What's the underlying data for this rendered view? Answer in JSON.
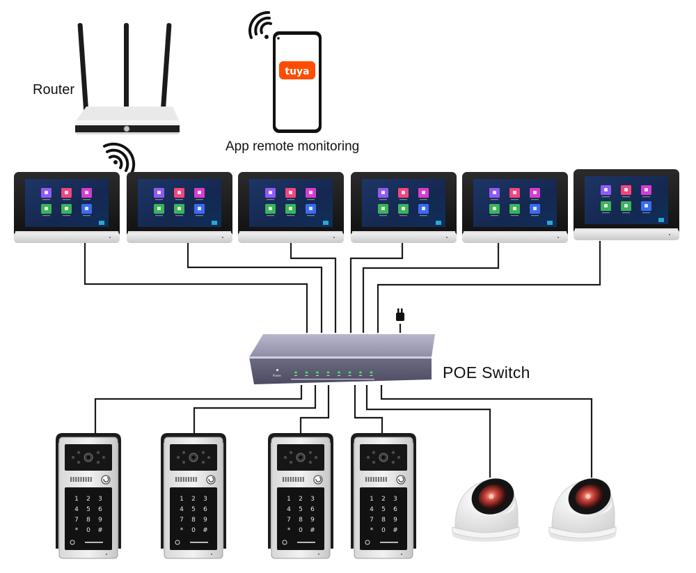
{
  "labels": {
    "router": "Router",
    "app": "App remote monitoring",
    "poe": "POE Switch"
  },
  "app_logo": "tuya",
  "devices": {
    "monitors": 6,
    "door_stations": 4,
    "cameras": 2
  },
  "icons": {
    "router": "router-icon",
    "phone": "smartphone-icon",
    "wifi": "wifi-icon",
    "switch": "network-switch-icon",
    "monitor": "indoor-monitor-icon",
    "door_station": "door-station-icon",
    "camera": "dome-camera-icon"
  },
  "colors": {
    "cable": "#1a1a1a",
    "tuya": "#ff4c00",
    "tile_purple": "#8e5cf2",
    "tile_pink": "#f2457e",
    "tile_magenta": "#d63ccf",
    "tile_green": "#3bb35a",
    "tile_blue": "#3a6cf0",
    "led_green": "#2ee24a"
  }
}
